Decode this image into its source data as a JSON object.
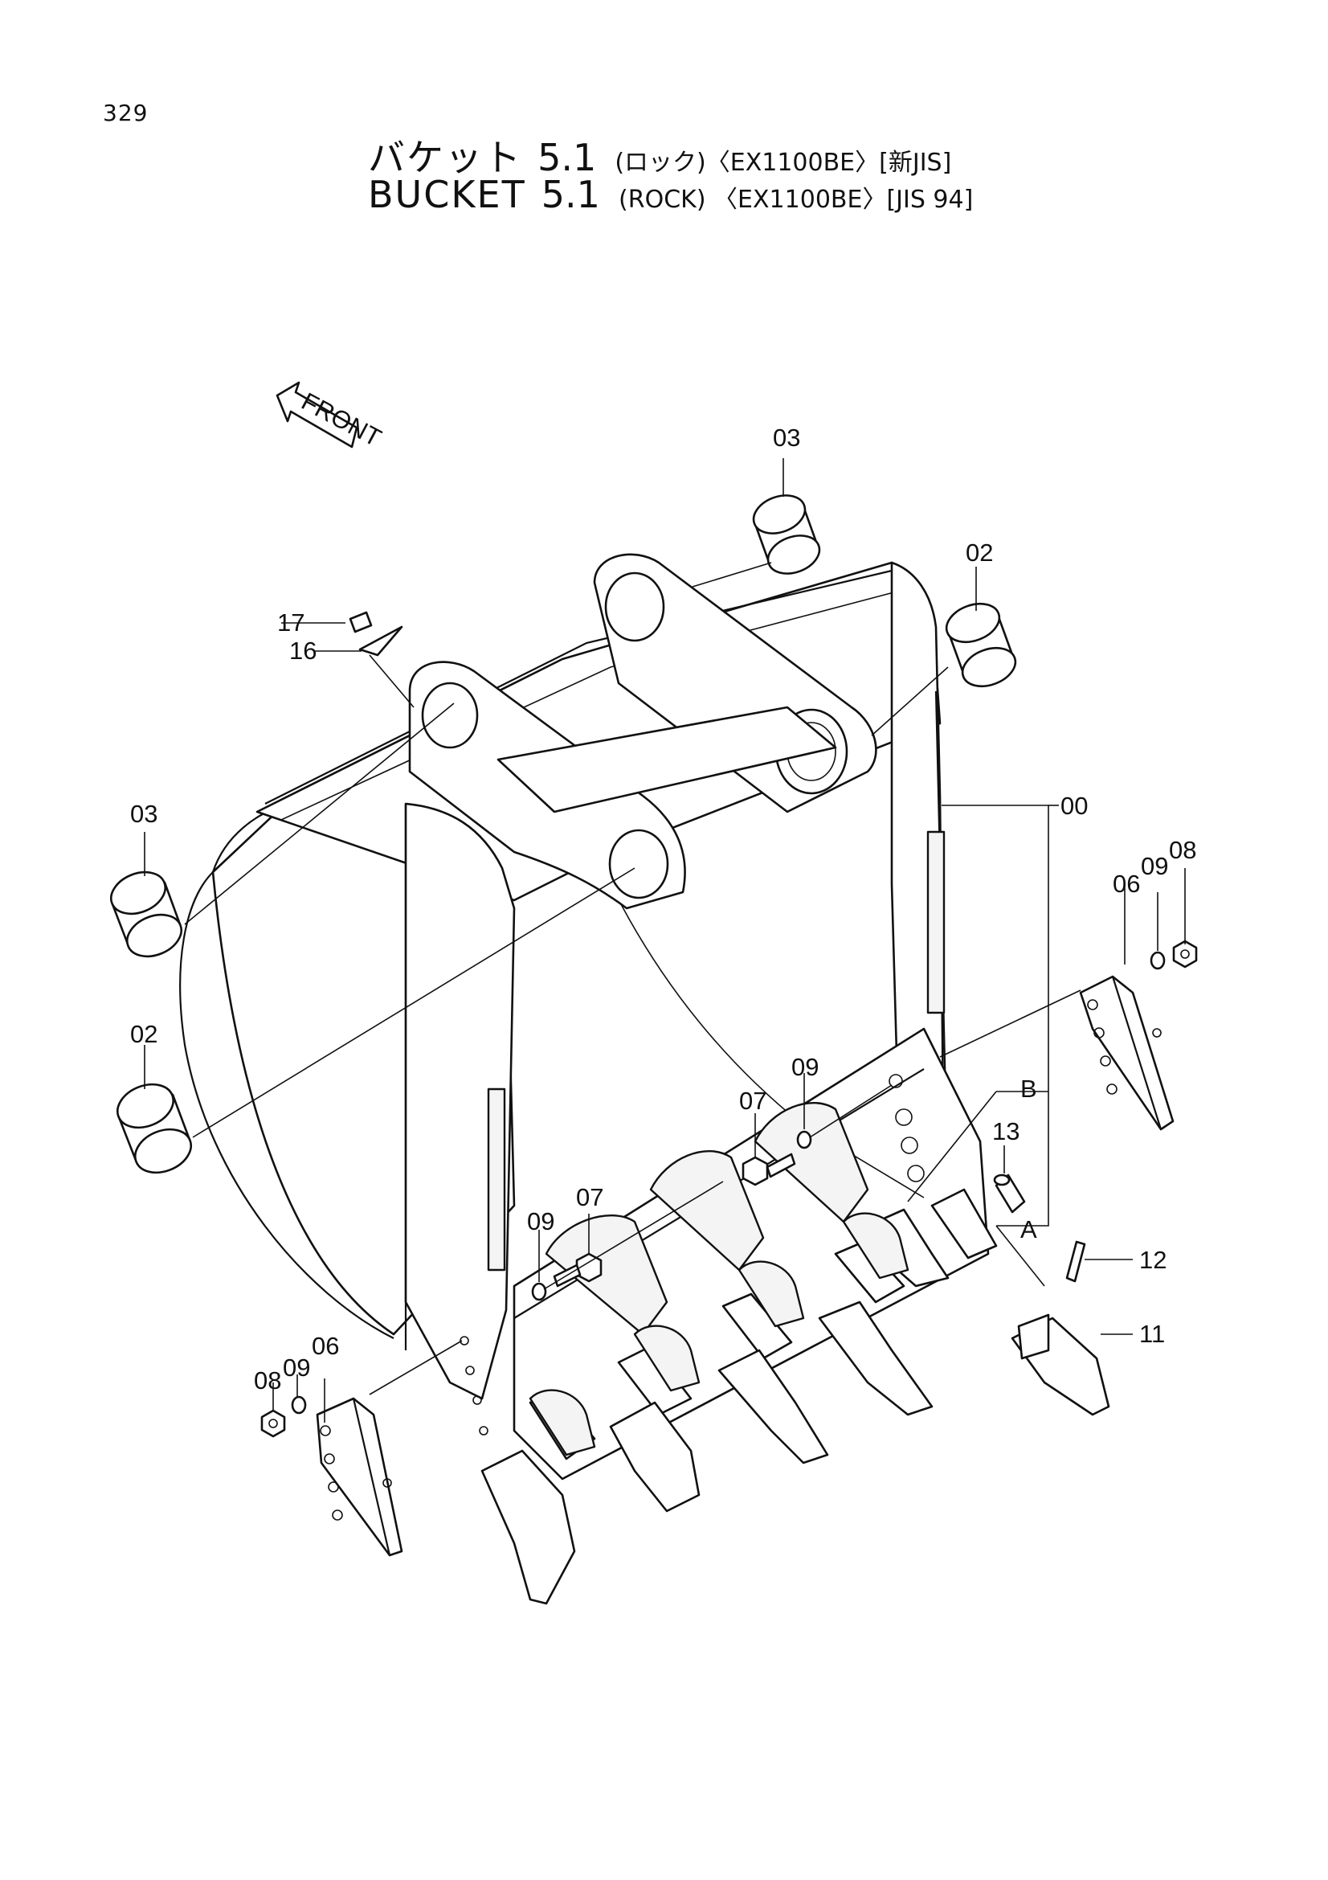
{
  "page_number": "329",
  "title_jp": {
    "main": "バケット",
    "number": "5.1",
    "suffix": "(ロック)〈EX1100BE〉[新JIS]"
  },
  "title_en": {
    "main": "BUCKET",
    "number": "5.1",
    "suffix": "(ROCK) 〈EX1100BE〉[JIS 94]"
  },
  "front_arrow": {
    "label": "FRONT",
    "icon": "front-arrow-icon"
  },
  "callouts": {
    "p00": "00",
    "p02_right": "02",
    "p02_left": "02",
    "p03_top": "03",
    "p03_left": "03",
    "p06_right": "06",
    "p06_left": "06",
    "p07_upper": "07",
    "p07_lower": "07",
    "p08_right": "08",
    "p08_left": "08",
    "p09_right": "09",
    "p09_mid": "09",
    "p09_lower": "09",
    "p09_left": "09",
    "p11": "11",
    "p12": "12",
    "p13": "13",
    "p16": "16",
    "p17": "17",
    "ref_a": "A",
    "ref_b": "B"
  }
}
